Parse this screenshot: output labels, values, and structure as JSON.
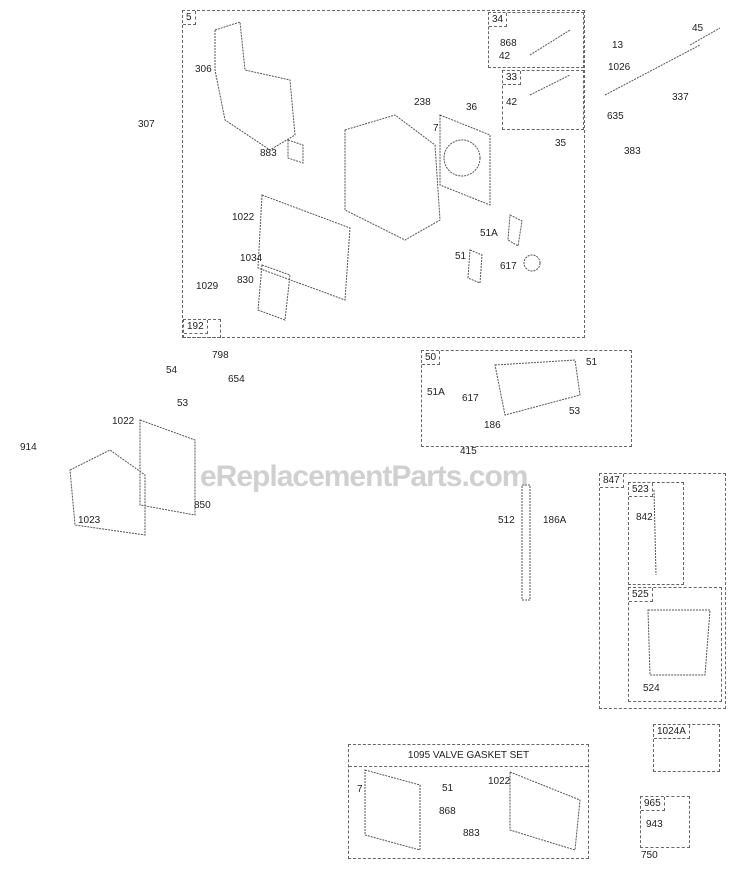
{
  "boxes": {
    "b5": "5",
    "b34": "34",
    "b33": "33",
    "b192": "192",
    "b50": "50",
    "b847": "847",
    "b523": "523",
    "b525": "525",
    "b1024a": "1024A",
    "b965": "965",
    "b1095": "1095 VALVE GASKET SET"
  },
  "labels": [
    "306",
    "307",
    "883",
    "1022",
    "1034",
    "830",
    "1029",
    "238",
    "7",
    "36",
    "35",
    "868",
    "42",
    "42",
    "51A",
    "51",
    "617",
    "13",
    "45",
    "1026",
    "337",
    "635",
    "383",
    "798",
    "54",
    "654",
    "53",
    "1022",
    "914",
    "1023",
    "850",
    "51A",
    "617",
    "51",
    "53",
    "186",
    "415",
    "512",
    "186A",
    "842",
    "524",
    "943",
    "750",
    "7",
    "51",
    "1022",
    "868",
    "883"
  ],
  "watermark": "eReplacementParts.com"
}
